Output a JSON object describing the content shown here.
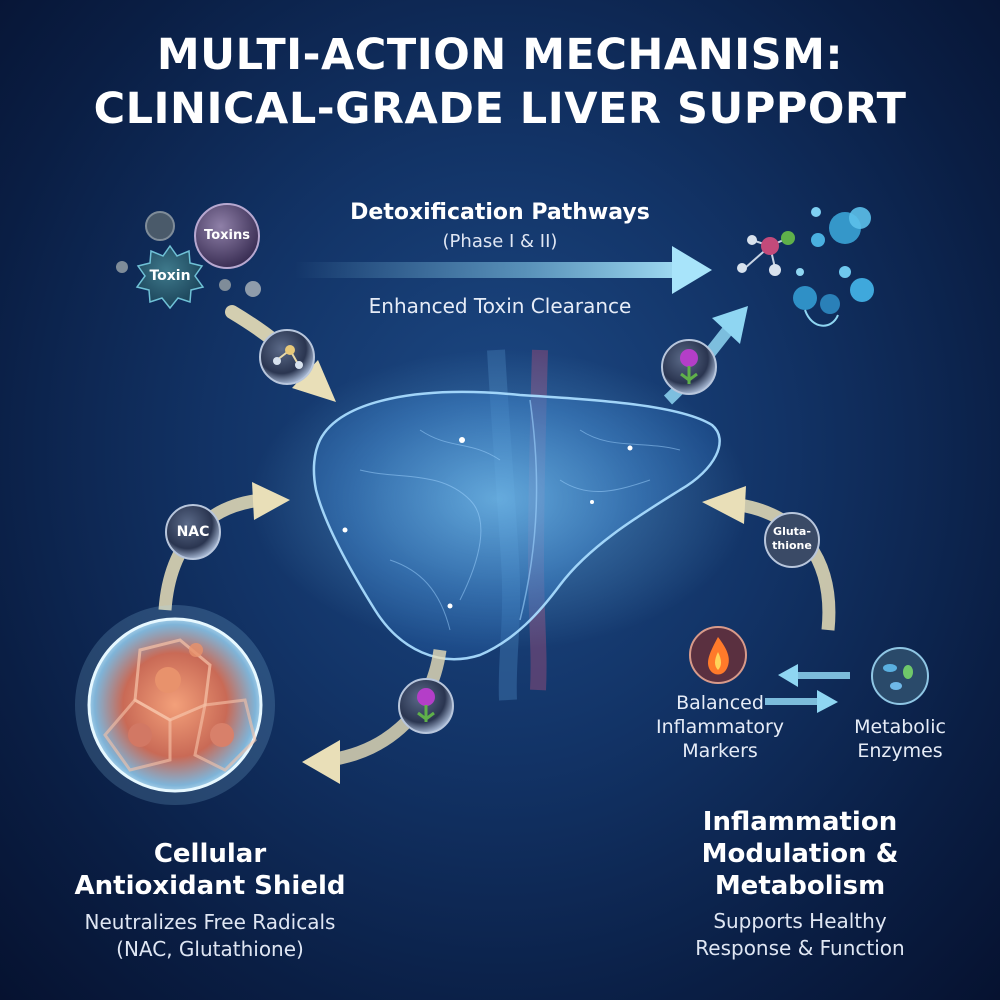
{
  "title": {
    "line1": "MULTI-ACTION MECHANISM:",
    "line2": "CLINICAL-GRADE LIVER SUPPORT"
  },
  "detox": {
    "title": "Detoxification Pathways",
    "subtitle": "(Phase I & II)",
    "caption": "Enhanced Toxin Clearance"
  },
  "toxins": {
    "large_label": "Toxins",
    "small_label": "Toxin"
  },
  "bubbles": {
    "nac": "NAC",
    "glutathione": "Gluta-\nthione"
  },
  "shield": {
    "title_line1": "Cellular",
    "title_line2": "Antioxidant Shield",
    "sub_line1": "Neutralizes Free Radicals",
    "sub_line2": "(NAC, Glutathione)"
  },
  "inflammation": {
    "title_line1": "Inflammation",
    "title_line2": "Modulation &",
    "title_line3": "Metabolism",
    "sub_line1": "Supports Healthy",
    "sub_line2": "Response & Function",
    "balanced_line1": "Balanced",
    "balanced_line2": "Inflammatory",
    "balanced_line3": "Markers",
    "metabolic_line1": "Metabolic",
    "metabolic_line2": "Enzymes"
  },
  "icons": [
    "toxin-icon",
    "molecule-icon",
    "milk-thistle-icon",
    "flame-icon",
    "enzyme-icon",
    "cell-icon",
    "liver-icon"
  ],
  "colors": {
    "arrow_cream": "#e9dfb8",
    "arrow_cyan": "#8fd6f2",
    "liver_glow": "#7fd0ff",
    "cell_orange": "#e07a55"
  }
}
